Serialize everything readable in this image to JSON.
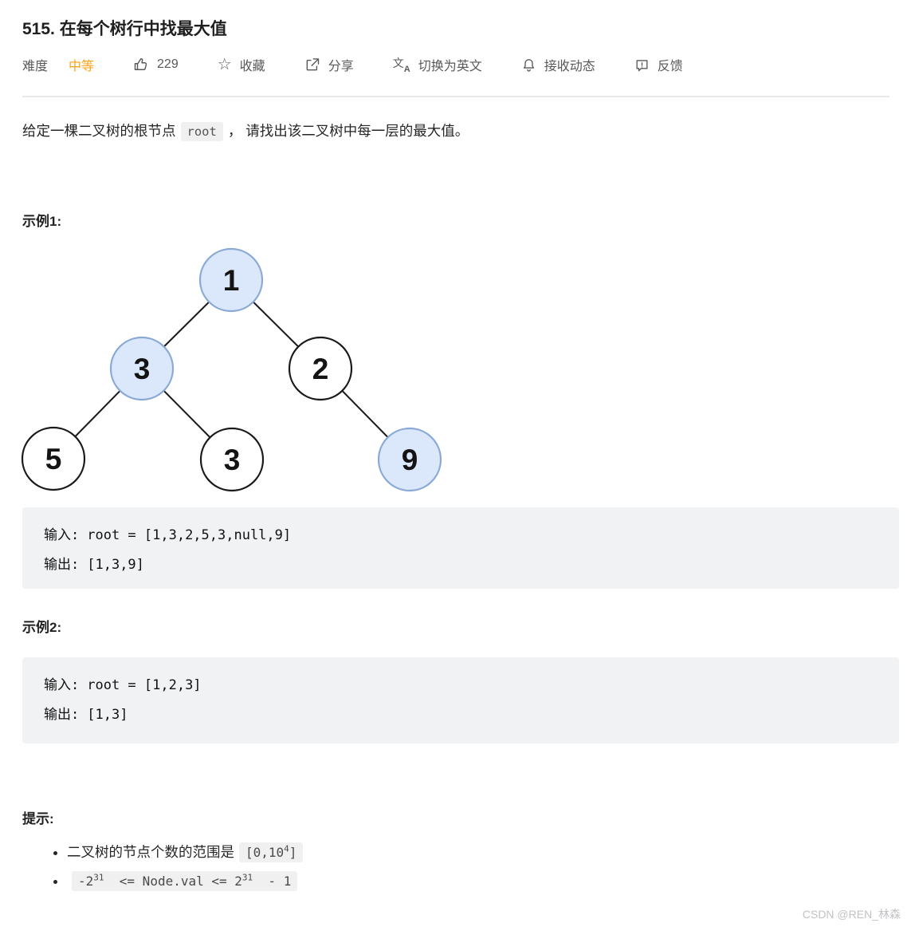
{
  "page": {
    "title": "515. 在每个树行中找最大值",
    "watermark": "CSDN @REN_林森"
  },
  "toolbar": {
    "difficulty_label": "难度",
    "difficulty_value": "中等",
    "likes_count": "229",
    "favorite_label": "收藏",
    "share_label": "分享",
    "language_label": "切换为英文",
    "notify_label": "接收动态",
    "feedback_label": "反馈"
  },
  "colors": {
    "difficulty_medium": "#ffa116",
    "toolbar_text": "#595959",
    "node_highlight_fill": "#dbe8fc",
    "node_highlight_stroke": "#8aaad5",
    "node_normal_stroke": "#1a1a1a",
    "code_block_bg": "#f1f2f3",
    "code_span_bg": "#f0f0f1"
  },
  "description": {
    "prefix": "给定一棵二叉树的根节点",
    "code": "root",
    "suffix": "， 请找出该二叉树中每一层的最大值。"
  },
  "example1": {
    "heading": "示例1:",
    "input_label": "输入:",
    "input_value": "root = [1,3,2,5,3,null,9]",
    "output_label": "输出:",
    "output_value": "[1,3,9]"
  },
  "example2": {
    "heading": "示例2:",
    "input_label": "输入:",
    "input_value": "root = [1,2,3]",
    "output_label": "输出:",
    "output_value": "[1,3]"
  },
  "hints": {
    "heading": "提示:",
    "item1_text": "二叉树的节点个数的范围是",
    "item1_code_open": "[0,10",
    "item1_code_sup": "4",
    "item1_code_close": "]",
    "item2_p1": "-2",
    "item2_s1": "31",
    "item2_p2": "  <= Node.val <= 2",
    "item2_s2": "31",
    "item2_p3": "  - 1"
  },
  "tree": {
    "type": "binary-tree",
    "levels": [
      [
        "1"
      ],
      [
        "3",
        "2"
      ],
      [
        "5",
        "3",
        "9"
      ]
    ],
    "nodes": [
      {
        "value": "1",
        "highlighted": true
      },
      {
        "value": "3",
        "highlighted": true
      },
      {
        "value": "2",
        "highlighted": false
      },
      {
        "value": "5",
        "highlighted": false
      },
      {
        "value": "3",
        "highlighted": false
      },
      {
        "value": "9",
        "highlighted": true
      }
    ],
    "edges": [
      [
        0,
        1
      ],
      [
        0,
        2
      ],
      [
        1,
        3
      ],
      [
        1,
        4
      ],
      [
        2,
        5
      ]
    ]
  }
}
